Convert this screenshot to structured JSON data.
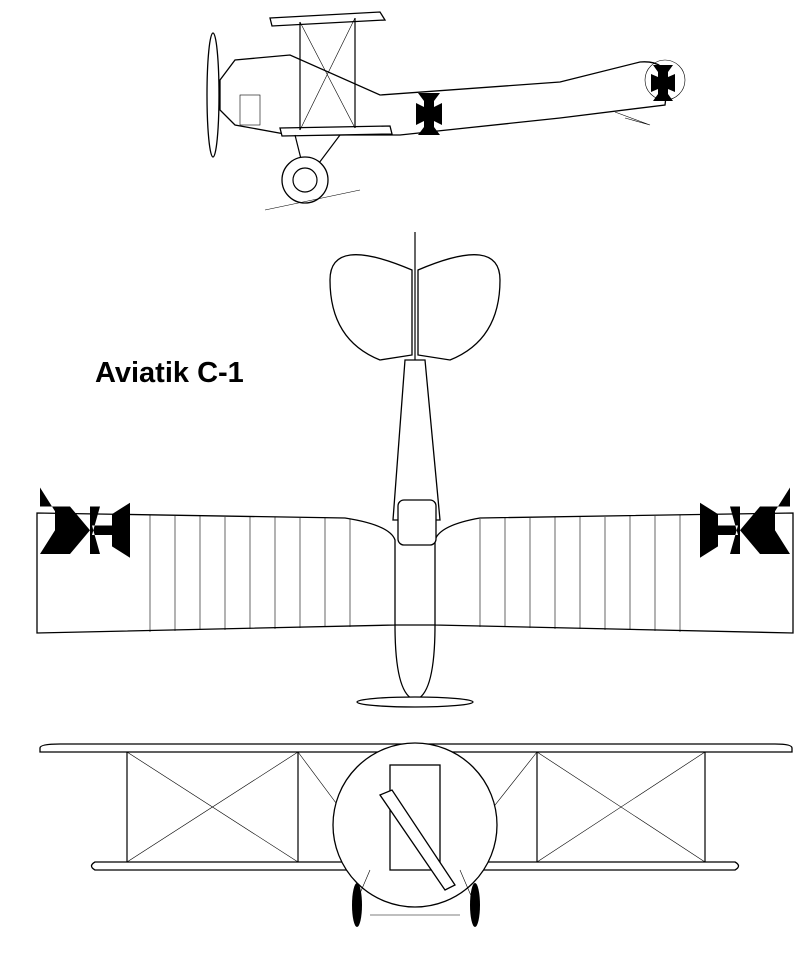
{
  "drawing": {
    "title": "Aviatik C-1",
    "views": [
      "side",
      "top",
      "front"
    ],
    "insignia": "iron-cross",
    "colors": {
      "line": "#000000",
      "background": "#ffffff"
    }
  }
}
